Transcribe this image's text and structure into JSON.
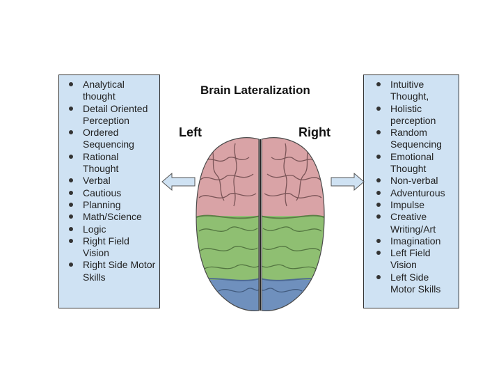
{
  "title": "Brain Lateralization",
  "left_label": "Left",
  "right_label": "Right",
  "left_items": [
    "Analytical thought",
    "Detail Oriented Perception",
    "Ordered Sequencing",
    "Rational Thought",
    "Verbal",
    "Cautious",
    "Planning",
    "Math/Science",
    "Logic",
    "Right Field Vision",
    "Right Side Motor Skills"
  ],
  "right_items": [
    "Intuitive Thought,",
    "Holistic perception",
    "Random Sequencing",
    "Emotional Thought",
    "Non-verbal",
    "Adventurous",
    "Impulse",
    "Creative Writing/Art",
    "Imagination",
    "Left Field Vision",
    "Left Side Motor Skills"
  ],
  "colors": {
    "panel_fill": "#cfe2f3",
    "frontal_lobe": "#d9a3a6",
    "middle_lobe": "#8fbf72",
    "rear_lobe": "#6f90bd",
    "arrow_fill": "#cfe2f3"
  }
}
